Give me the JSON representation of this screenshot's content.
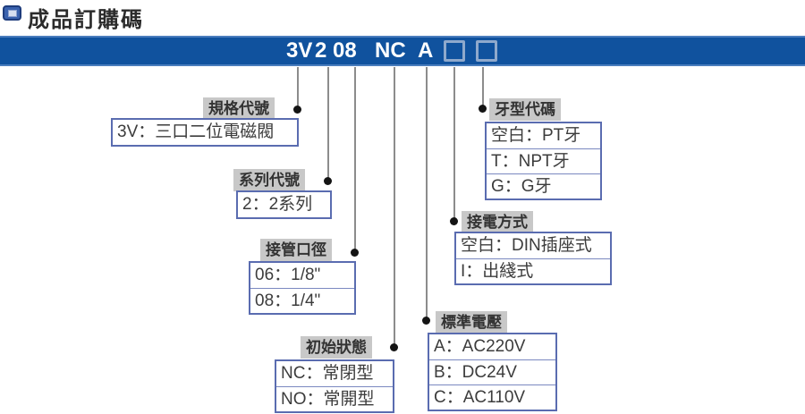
{
  "page": {
    "title": "成品訂購碼",
    "code_bar": {
      "segments": [
        "3V",
        "2",
        "08",
        "NC",
        "A"
      ],
      "placeholder_box_count": 2
    },
    "groups": [
      {
        "label": "規格代號",
        "side": "left",
        "items": [
          "3V：三口二位電磁閥"
        ]
      },
      {
        "label": "系列代號",
        "side": "left",
        "items": [
          "2：2系列"
        ]
      },
      {
        "label": "接管口徑",
        "side": "left",
        "items": [
          "06：1/8\"",
          "08：1/4\""
        ]
      },
      {
        "label": "初始狀態",
        "side": "left",
        "items": [
          "NC：常閉型",
          "NO：常開型"
        ]
      },
      {
        "label": "標準電壓",
        "side": "right",
        "items": [
          "A：AC220V",
          "B：DC24V",
          "C：AC110V"
        ]
      },
      {
        "label": "接電方式",
        "side": "right",
        "items": [
          "空白：DIN插座式",
          "I：出綫式"
        ]
      },
      {
        "label": "牙型代碼",
        "side": "right",
        "items": [
          "空白：PT牙",
          "T：NPT牙",
          "G：G牙"
        ]
      }
    ],
    "colors": {
      "bar_blue": "#10529E",
      "bar_edge_blue": "#4A7DBD",
      "label_gray": "#C8C8C8",
      "box_border_blue": "#5A6CB0",
      "connector_gray": "#8C8C8C",
      "dot_black": "#141414"
    }
  }
}
